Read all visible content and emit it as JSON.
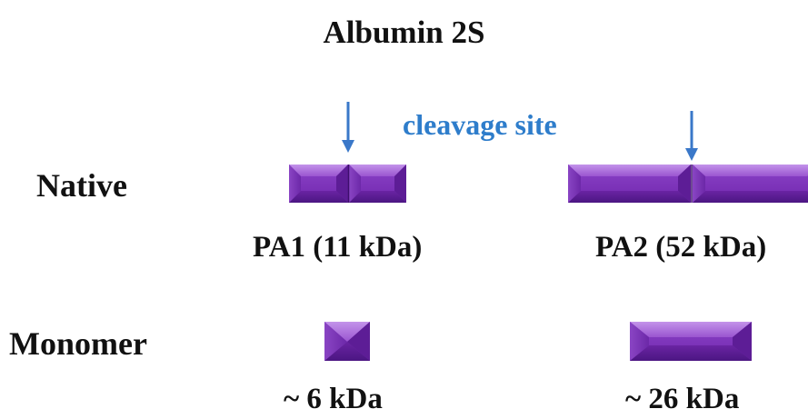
{
  "title": "Albumin 2S",
  "rows": {
    "native": "Native",
    "monomer": "Monomer"
  },
  "annotation": {
    "cleavage": "cleavage site"
  },
  "proteins": {
    "pa1": "PA1 (11 kDa)",
    "pa2": "PA2 (52 kDa)",
    "pa1_monomer": "~ 6 kDa",
    "pa2_monomer": "~ 26 kDa"
  },
  "colors": {
    "block_fill": "#7b2fb5",
    "block_light": "#b47ee0",
    "block_dark": "#4a1680",
    "arrow": "#3a78c9",
    "cleavage_text": "#2e7dcb"
  }
}
